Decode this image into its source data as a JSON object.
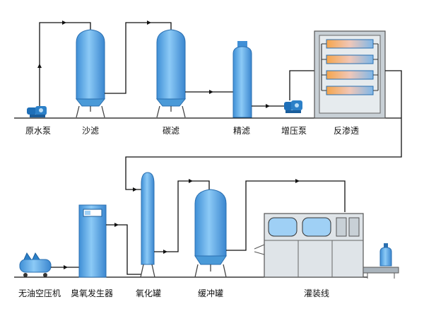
{
  "diagram": {
    "top_row": {
      "raw_water_pump": "原水泵",
      "sand_filter": "沙滤",
      "carbon_filter": "碳滤",
      "precision_filter": "精滤",
      "booster_pump": "增压泵",
      "reverse_osmosis": "反渗透"
    },
    "bottom_row": {
      "oil_free_compressor": "无油空压机",
      "ozone_generator": "臭氧发生器",
      "oxidation_tank": "氧化罐",
      "buffer_tank": "缓冲罐",
      "filling_line": "灌装线"
    },
    "colors": {
      "vessel_fill": "#5aa6e6",
      "vessel_fill_light": "#9fd0f5",
      "pipe": "#111111",
      "arrow": "#111111",
      "ro_frame": "#c8d0d6",
      "ro_membrane_tip": "#f2a24a"
    }
  }
}
